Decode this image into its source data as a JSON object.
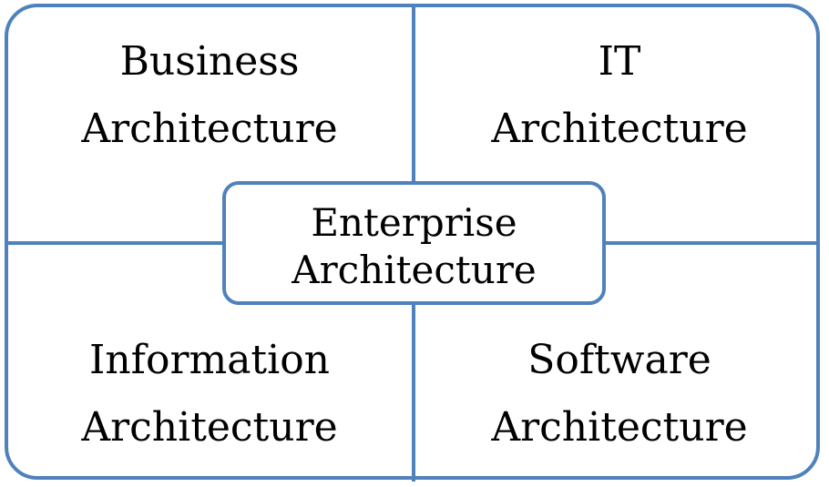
{
  "diagram": {
    "center": {
      "line1": "Enterprise",
      "line2": "Architecture"
    },
    "quadrants": {
      "top_left": {
        "line1": "Business",
        "line2": "Architecture"
      },
      "top_right": {
        "line1": "IT",
        "line2": "Architecture"
      },
      "bottom_left": {
        "line1": "Information",
        "line2": "Architecture"
      },
      "bottom_right": {
        "line1": "Software",
        "line2": "Architecture"
      }
    },
    "colors": {
      "border": "#4f81bd",
      "text": "#000000",
      "background": "#ffffff"
    }
  }
}
